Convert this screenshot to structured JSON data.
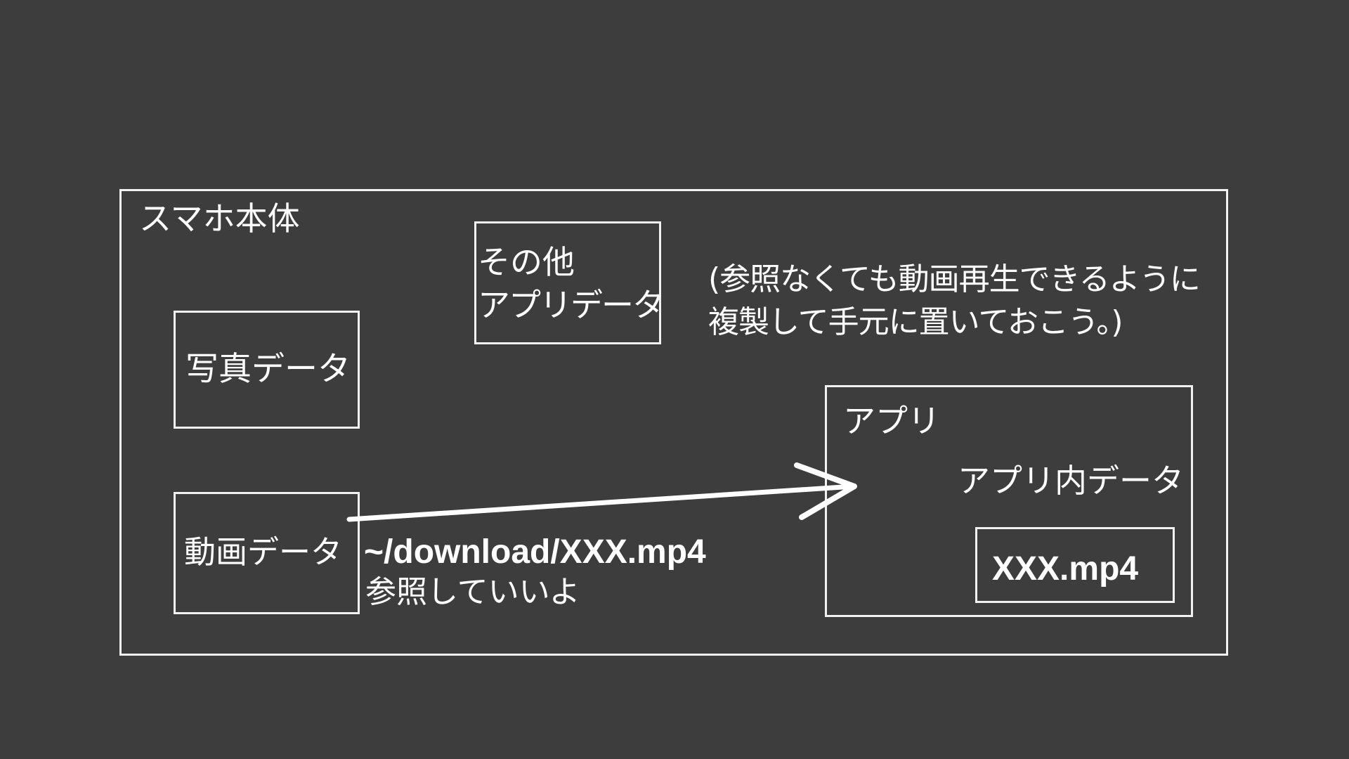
{
  "diagram": {
    "colors": {
      "background": "#3d3d3d",
      "stroke": "#f2f2f2",
      "text": "#ffffff"
    },
    "smartphone": {
      "label": "スマホ本体"
    },
    "other_app_data": {
      "line1": "その他",
      "line2": "アプリデータ"
    },
    "photo_data": {
      "label": "写真データ"
    },
    "video_data": {
      "label": "動画データ"
    },
    "note": {
      "line1": "(参照なくても動画再生できるように",
      "line2": "複製して手元に置いておこう。)"
    },
    "app": {
      "label": "アプリ",
      "inner_data_label": "アプリ内データ",
      "file": {
        "label": "XXX.mp4"
      }
    },
    "arrow_caption": {
      "path": "~/download/XXX.mp4",
      "text": "参照していいよ"
    }
  }
}
